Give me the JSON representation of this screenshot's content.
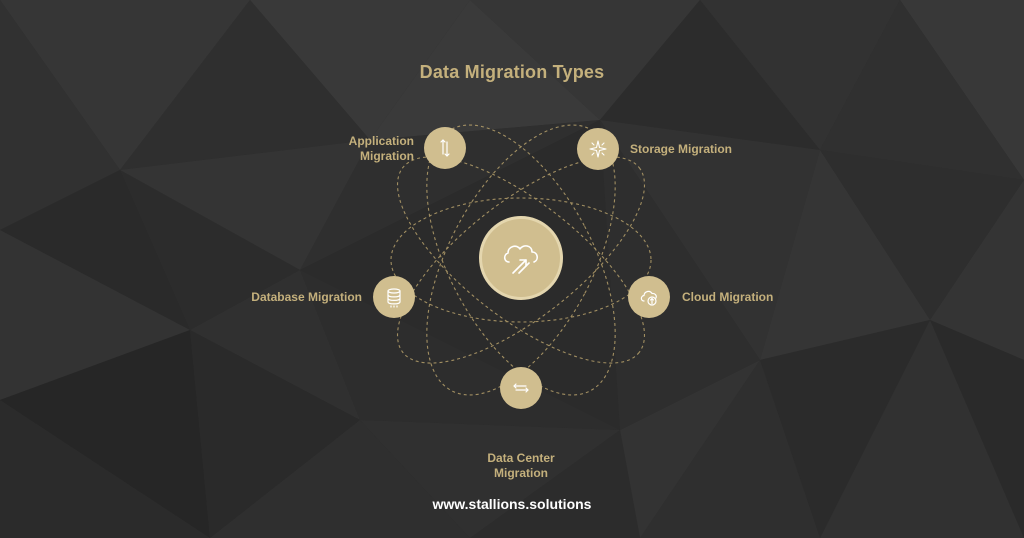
{
  "diagram": {
    "title": "Data Migration Types",
    "center_icon": "cloud-upload-icon",
    "nodes": [
      {
        "id": "application",
        "label_lines": [
          "Application",
          "Migration"
        ],
        "icon": "vertical-arrows-icon"
      },
      {
        "id": "storage",
        "label_lines": [
          "Storage Migration"
        ],
        "icon": "sparkle-icon"
      },
      {
        "id": "database",
        "label_lines": [
          "Database Migration"
        ],
        "icon": "database-icon"
      },
      {
        "id": "cloud",
        "label_lines": [
          "Cloud Migration"
        ],
        "icon": "cloud-sync-icon"
      },
      {
        "id": "datacenter",
        "label_lines": [
          "Data Center",
          "Migration"
        ],
        "icon": "horizontal-arrows-icon"
      }
    ],
    "footer": "www.stallions.solutions"
  },
  "colors": {
    "background": "#2d2d2d",
    "accent": "#c4b07c",
    "node_fill": "#d0be8f",
    "icon_stroke": "#ffffff",
    "footer_text": "#ffffff"
  }
}
